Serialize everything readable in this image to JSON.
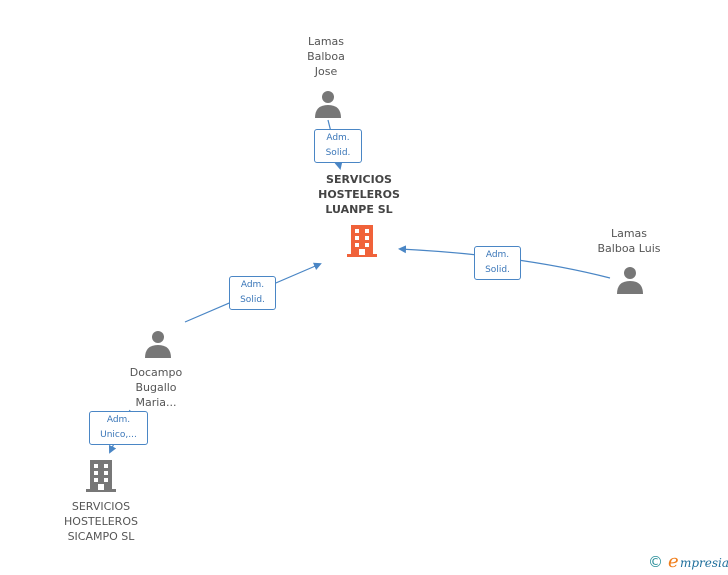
{
  "nodes": {
    "lamas_jose": {
      "name": "Lamas\nBalboa\nJose",
      "icon": "person-icon"
    },
    "luanpe": {
      "name": "SERVICIOS\nHOSTELEROS\nLUANPE SL",
      "icon": "building-icon",
      "color": "#f0623a"
    },
    "lamas_luis": {
      "name": "Lamas\nBalboa Luis",
      "icon": "person-icon"
    },
    "docampo": {
      "name": "Docampo\nBugallo\nMaria...",
      "icon": "person-icon"
    },
    "sicampo": {
      "name": "SERVICIOS\nHOSTELEROS\nSICAMPO SL",
      "icon": "building-icon",
      "color": "#777777"
    }
  },
  "roles": {
    "jose_luanpe": "Adm.\nSolid.",
    "docampo_luanpe": "Adm.\nSolid.",
    "luis_luanpe": "Adm.\nSolid.",
    "docampo_sicampo": "Adm.\nUnico,..."
  },
  "colors": {
    "edge": "#4a86c5",
    "person": "#777777"
  },
  "footer": {
    "copyright": "©",
    "brand_initial": "e",
    "brand_rest": "mpresia"
  }
}
